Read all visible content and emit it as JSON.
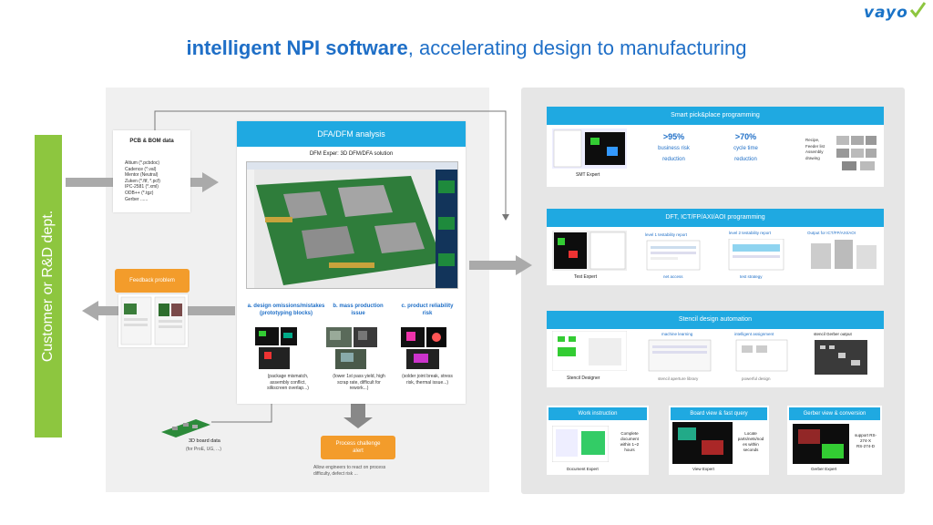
{
  "logo": {
    "text": "vayo"
  },
  "title": {
    "bold": "intelligent NPI software",
    "rest": ", accelerating design to manufacturing"
  },
  "customer": {
    "label": "Customer or R&D dept."
  },
  "pcb": {
    "title": "PCB & BOM data",
    "items": [
      "Altium (*.pcbdoc)",
      "Cadence (*.val)",
      "Mentor (Neutral)",
      "Zuken (*.ftf, *.pcf)",
      "IPC-2581 (*.xml)",
      "ODB++ (*.tgz)",
      "Gerber ......"
    ]
  },
  "feedback": {
    "label": "Feedback problem"
  },
  "dfm": {
    "header": "DFA/DFM analysis",
    "subtitle": "DFM Exper: 3D DFM/DFA solution",
    "categories": [
      {
        "title": "a. design omissions/mistakes",
        "sub": "(prototyping blocks)",
        "desc1": "(package mismatch,",
        "desc2": "assembly conflict,",
        "desc3": "silkscreen overlap...)"
      },
      {
        "title": "b. mass production",
        "sub": "issue",
        "desc1": "(lower 1st pass yield, high",
        "desc2": "scrap rate, difficult for",
        "desc3": "rework...)"
      },
      {
        "title": "c. product reliability",
        "sub": "risk",
        "desc1": "(solder joint break, stress",
        "desc2": "risk, thermal issue...)",
        "desc3": ""
      }
    ]
  },
  "alert": {
    "line1": "Process challenge",
    "line2": "alert",
    "desc1": "Allow engineers to react on process",
    "desc2": "difficulty, defect risk ..."
  },
  "board3d": {
    "title": "3D board data",
    "sub": "(for ProE, UG, ...)"
  },
  "smt": {
    "header": "Smart pick&place programming",
    "stat1": ">95%",
    "stat1_l1": "business risk",
    "stat1_l2": "reduction",
    "stat2": ">70%",
    "stat2_l1": "cycle time",
    "stat2_l2": "reduction",
    "note1": "Recipe,",
    "note2": "Feeder list",
    "note3": "Assembly",
    "note4": "drawing",
    "product": "SMT Expert"
  },
  "dft": {
    "header": "DFT, ICT/FP/AXI/AOI programming",
    "l1": "level 1 testability report",
    "l2": "level 2 testability report",
    "l3": "Output for ICT/FP/AXI/AOI",
    "cap1": "net access",
    "cap2": "test strategy",
    "product": "Test Expert"
  },
  "stencil": {
    "header": "Stencil design automation",
    "l1": "machine learning",
    "l2": "intelligent assignment",
    "l3": "stencil Gerber output",
    "cap1": "stencil aperture library",
    "cap2": "powerful design",
    "product": "Stencil Designer"
  },
  "work": {
    "header": "Work instruction",
    "d1": "Complete",
    "d2": "document",
    "d3": "within 1~2",
    "d4": "hours",
    "product": "Document Expert"
  },
  "board": {
    "header": "Board view & fast query",
    "d1": "Locate",
    "d2": "parts/nets/nod",
    "d3": "es within",
    "d4": "seconds",
    "product": "View Expert"
  },
  "gerber": {
    "header": "Gerber view & conversion",
    "d1": "support RS-",
    "d2": "274-X",
    "d3": "RS-274-D",
    "product": "Gerber Expert"
  },
  "colors": {
    "blue": "#1fa9e1",
    "orange": "#f39c2b",
    "green": "#8dc63f",
    "title_blue": "#1f6fc7"
  }
}
